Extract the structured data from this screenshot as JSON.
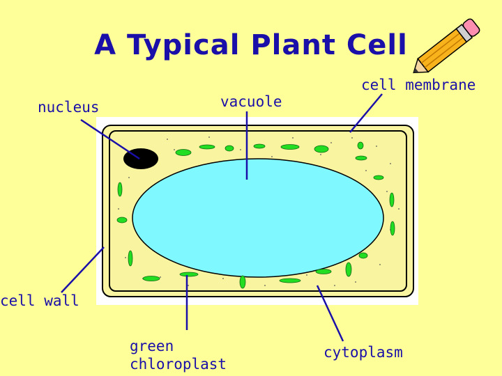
{
  "title": "A Typical Plant Cell",
  "labels": {
    "nucleus": "nucleus",
    "vacuole": "vacuole",
    "cell_membrane": "cell membrane",
    "cell_wall": "cell wall",
    "green_chloroplast": "green\nchloroplast",
    "cytoplasm": "cytoplasm"
  },
  "colors": {
    "background": "#ffff99",
    "cytoplasm": "#f8f4a0",
    "vacuole": "#80f8ff",
    "chloroplast": "#22dd22",
    "nucleus": "#000000",
    "text": "#1a0fa8"
  }
}
